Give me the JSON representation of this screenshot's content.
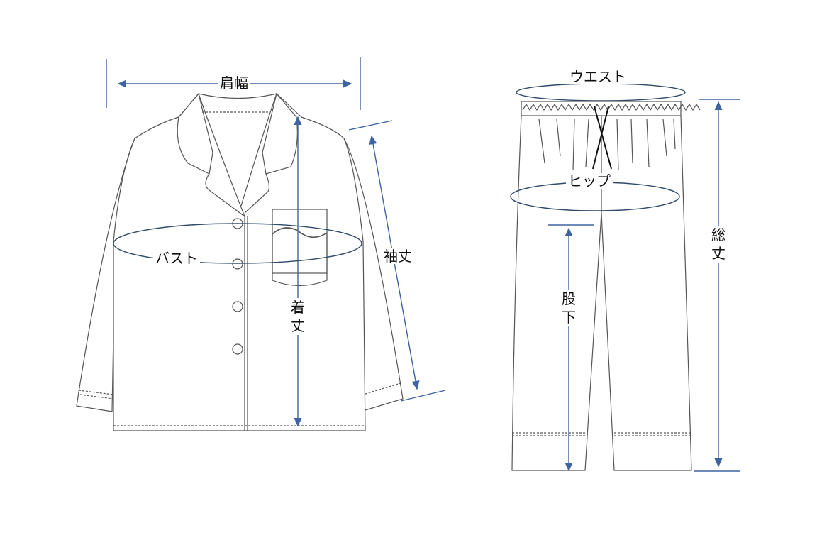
{
  "colors": {
    "outline": "#555555",
    "arrow": "#3d63a0",
    "ellipse": "#2f4a6a"
  },
  "top": {
    "shoulder_width": "肩幅",
    "bust": "バスト",
    "length": "着丈",
    "sleeve_length": "袖丈"
  },
  "bottom": {
    "waist": "ウエスト",
    "hip": "ヒップ",
    "inseam": "股下",
    "total_length": "総丈"
  }
}
